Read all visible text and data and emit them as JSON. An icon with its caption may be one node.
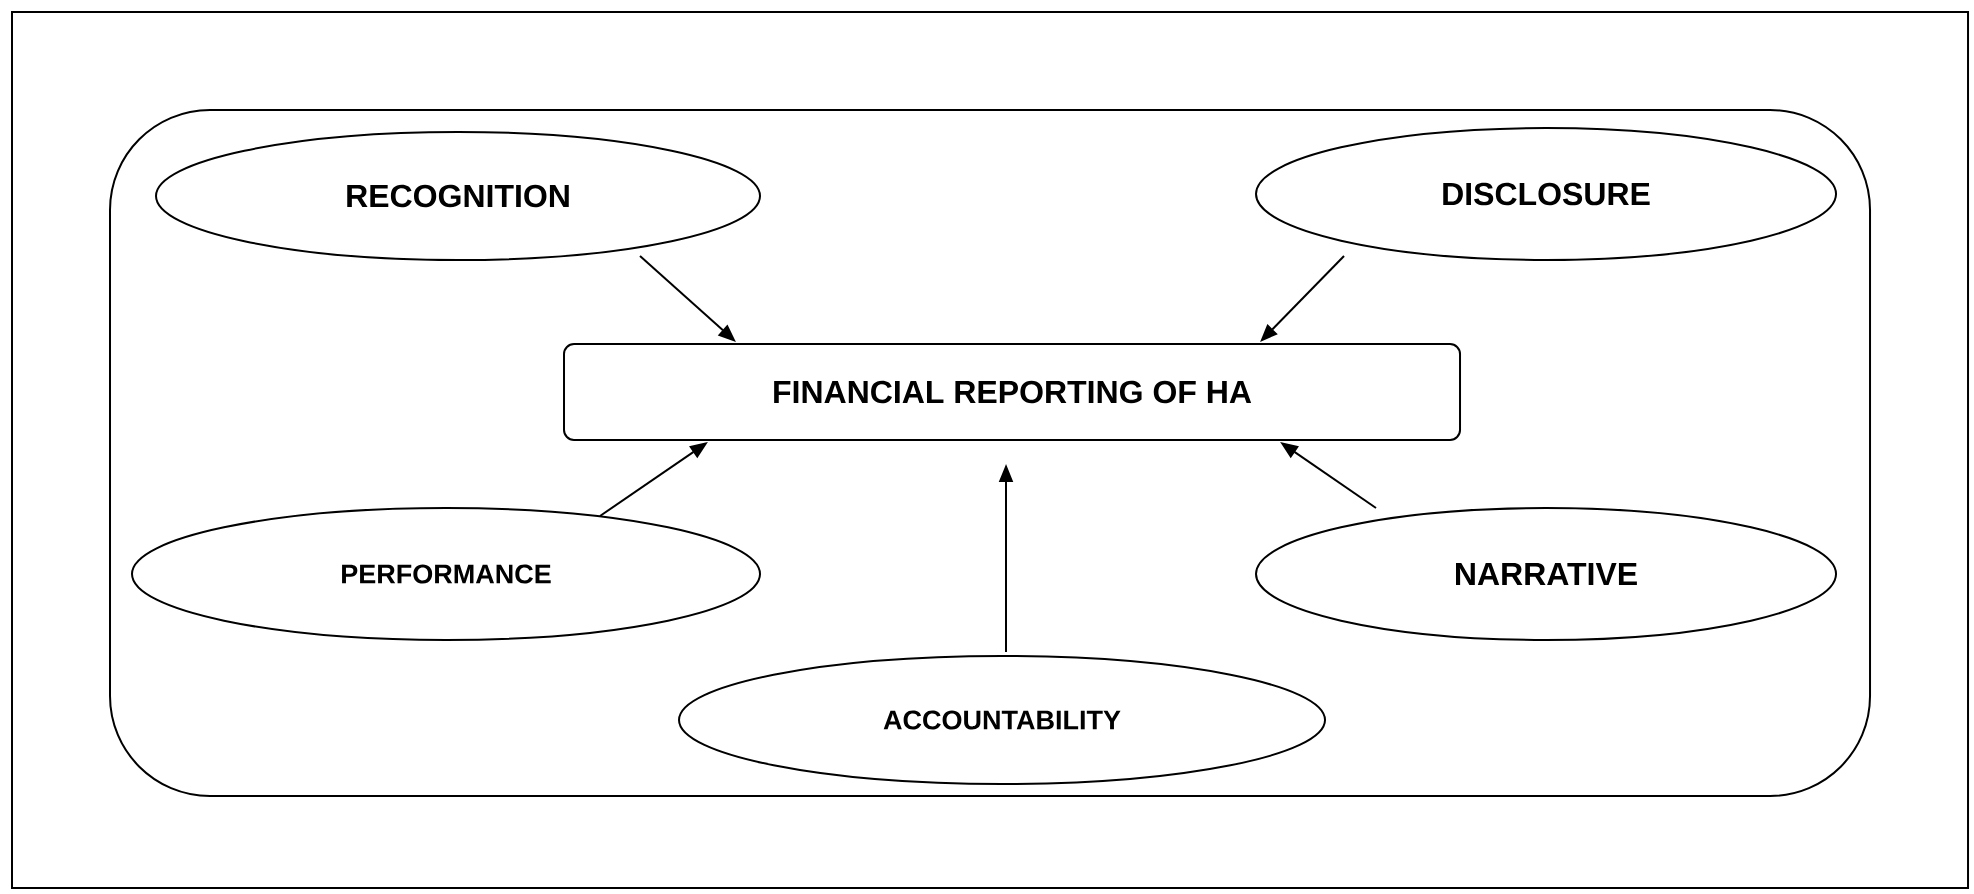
{
  "diagram": {
    "nodes": [
      {
        "text": [
          "RECOGNITION"
        ]
      },
      {
        "text": [
          "DISCLOSURE"
        ]
      },
      {
        "text": [
          "FINANCIAL REPORTING OF HA"
        ]
      },
      {
        "text": [
          "PERFORMANCE"
        ]
      },
      {
        "text": [
          "NARRATIVE"
        ]
      },
      {
        "text": [
          "ACCOUNTABILITY"
        ]
      }
    ],
    "edges": [
      {
        "from": 0,
        "to": 2,
        "arrow": "to"
      },
      {
        "from": 1,
        "to": 2,
        "arrow": "to"
      },
      {
        "from": 3,
        "to": 2,
        "arrow": "to"
      },
      {
        "from": 4,
        "to": 2,
        "arrow": "to"
      },
      {
        "from": 5,
        "to": 2,
        "arrow": "to"
      }
    ]
  }
}
